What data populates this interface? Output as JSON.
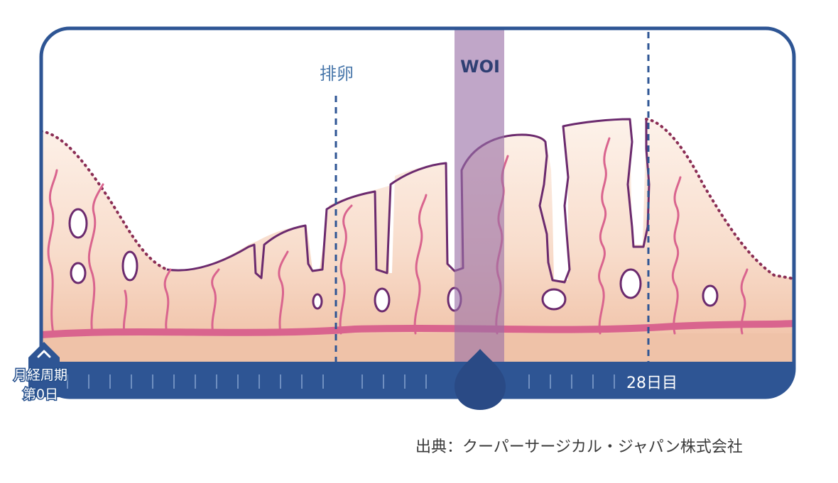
{
  "labels": {
    "ovulation": "排卵",
    "woi": "WOI",
    "day_end": "28日目",
    "start_line1": "月経周期",
    "start_line2": "第0日"
  },
  "caption": "出典：クーパーサージカル・ジャパン株式会社",
  "colors": {
    "frame": "#2e5594",
    "timeline_bar": "#2e5594",
    "tissue_fill": "#f3d2c0",
    "gland_outline": "#6b2a6e",
    "vessel": "#d9648e",
    "woi_band": "#9a6fa6",
    "dotted_edge": "#8b2e55",
    "dashed_marker": "#2e5594"
  },
  "icons": {
    "start_marker": "chevron-up-icon",
    "woi_marker": "drop-icon"
  }
}
